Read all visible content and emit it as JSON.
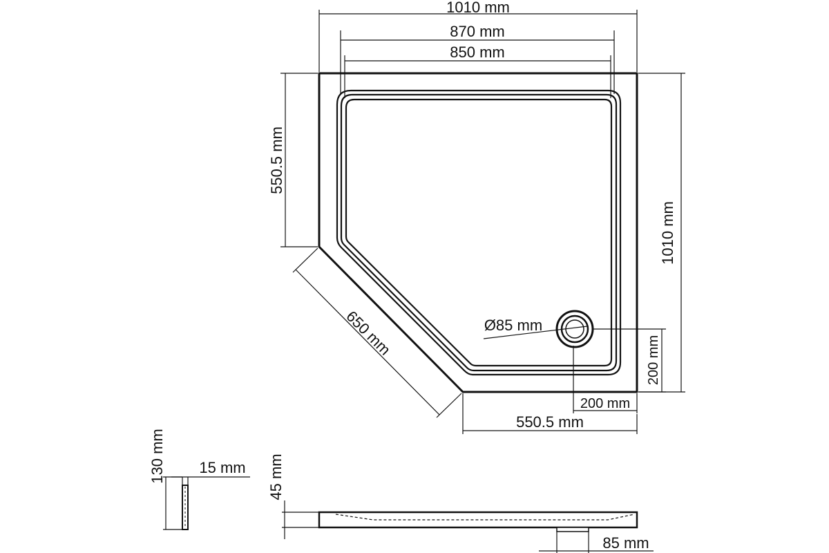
{
  "drawing": {
    "type": "technical-drawing",
    "subject": "pentagonal shower tray",
    "line_color": "#111111",
    "background": "#ffffff"
  },
  "dimensions": {
    "top_overall": "1010 mm",
    "top_rim_outer": "870 mm",
    "top_rim_inner": "850 mm",
    "left_height": "550.5 mm",
    "right_height": "1010 mm",
    "diagonal": "650 mm",
    "drain_diameter": "Ø85 mm",
    "drain_offset_vertical": "200 mm",
    "drain_offset_horizontal": "200 mm",
    "bottom_width": "550.5 mm"
  },
  "section_left": {
    "height": "130 mm",
    "thickness": "15 mm"
  },
  "section_front": {
    "height": "45 mm",
    "drain_width": "85 mm"
  }
}
